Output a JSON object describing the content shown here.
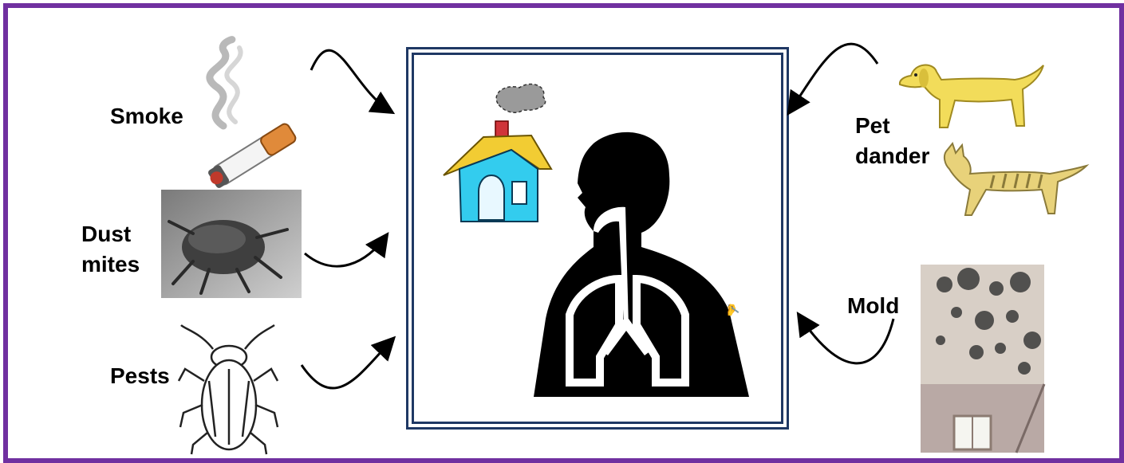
{
  "labels": {
    "smoke": "Smoke",
    "dust_mites_line1": "Dust",
    "dust_mites_line2": "mites",
    "pests": "Pests",
    "pet_line1": "Pet",
    "pet_line2": "dander",
    "mold": "Mold"
  },
  "colors": {
    "frame": "#7030a0",
    "center_border": "#1f3864",
    "house_wall": "#33ccee",
    "house_roof": "#f2cc33",
    "dog": "#f2dc5a",
    "cat": "#e8d27a"
  }
}
